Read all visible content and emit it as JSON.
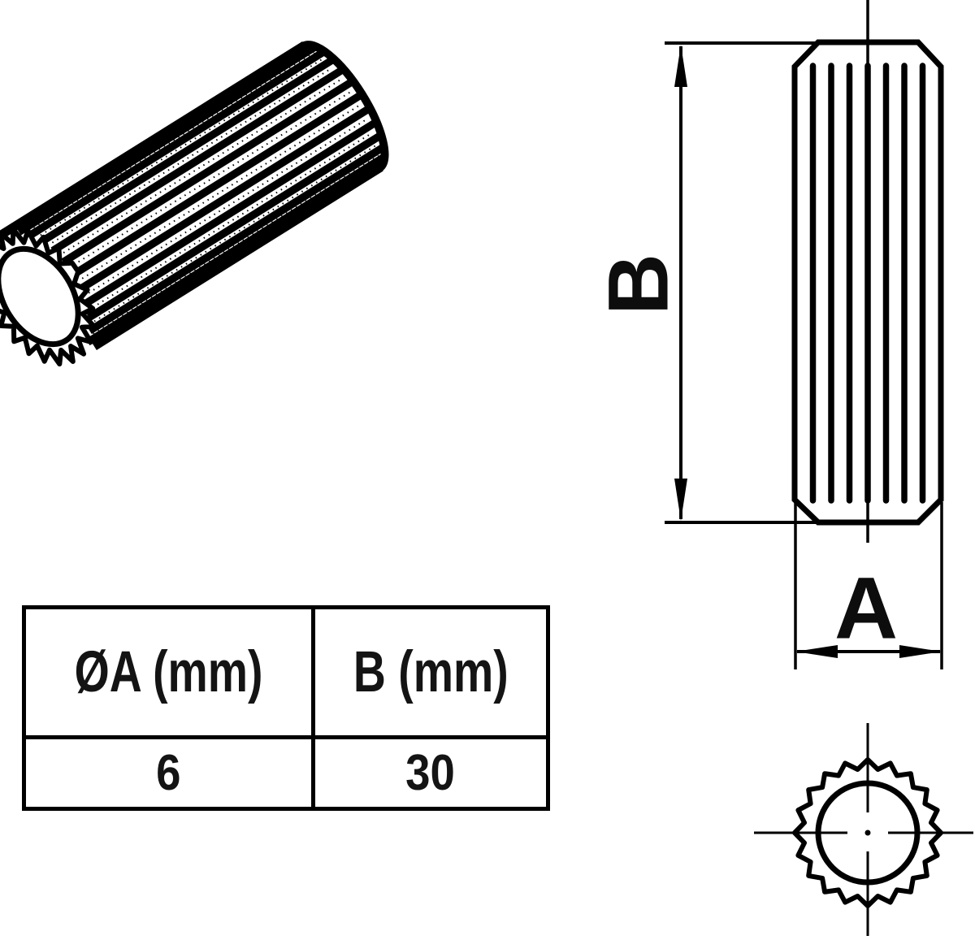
{
  "labels": {
    "dim_b": "B",
    "dim_a": "A"
  },
  "table": {
    "headers": [
      "ØA (mm)",
      "B (mm)"
    ],
    "rows": [
      [
        "6",
        "30"
      ]
    ]
  },
  "colors": {
    "line": "#000000",
    "background": "#ffffff",
    "text": "#141414"
  }
}
